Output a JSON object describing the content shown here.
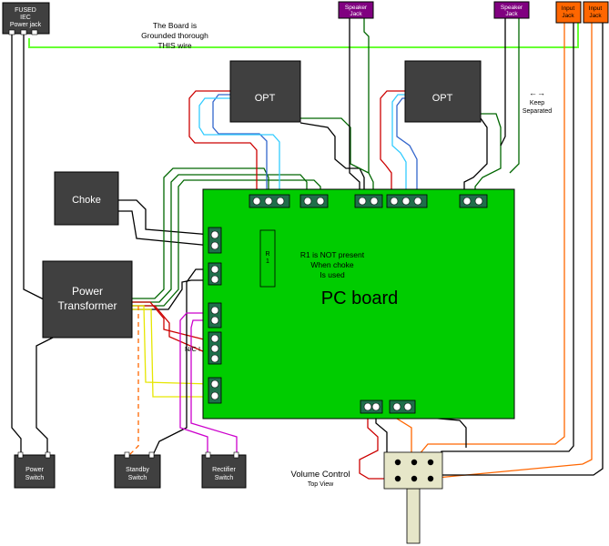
{
  "diagram": {
    "iec_jack": {
      "line1": "FUSED",
      "line2": "IEC",
      "line3": "Power jack"
    },
    "ground_note": {
      "line1": "The Board is",
      "line2": "Grounded thorough",
      "line3": "THIS wire"
    },
    "speaker_jack_left": {
      "line1": "Speaker",
      "line2": "Jack"
    },
    "speaker_jack_right": {
      "line1": "Speaker",
      "line2": "Jack"
    },
    "input_jack_left": {
      "line1": "Input",
      "line2": "Jack"
    },
    "input_jack_right": {
      "line1": "Input",
      "line2": "Jack"
    },
    "opt_left": "OPT",
    "opt_right": "OPT",
    "keep_separated": {
      "arrow": "←→",
      "line1": "Keep",
      "line2": "Separated"
    },
    "choke": "Choke",
    "power_transformer": {
      "line1": "Power",
      "line2": "Transformer"
    },
    "pc_board": "PC board",
    "r1_label": {
      "line1": "R",
      "line2": "1"
    },
    "r1_note": {
      "line1": "R1 is NOT present",
      "line2": "When choke",
      "line3": "Is used"
    },
    "nc_label": "N/C !",
    "power_switch": {
      "line1": "Power",
      "line2": "Switch"
    },
    "standby_switch": {
      "line1": "Standby",
      "line2": "Switch"
    },
    "rectifier_switch": {
      "line1": "Rectifier",
      "line2": "Switch"
    },
    "volume_control": {
      "title": "Volume Control",
      "subtitle": "Top View"
    }
  },
  "colors": {
    "board": "#00cc00",
    "dark_box": "#404040",
    "speaker_jack": "#800080",
    "input_jack": "#ff6600",
    "ground_wire": "#66ff33",
    "terminal": "#1f6e4a",
    "volume_pot": "#e6e6c8"
  }
}
